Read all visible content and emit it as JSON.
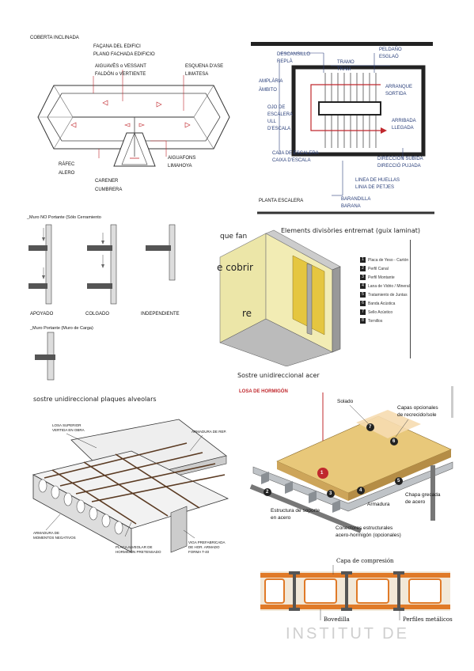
{
  "roof": {
    "title": "COBERTA INCLINADA",
    "facade_ca": "FAÇANA DEL EDIFICI",
    "facade_es": "PLANO FACHADA EDIFICIO",
    "aiguaves": "AIGUAVÈS  o  VESSANT",
    "faldon": "FALDÓN  o  VERTIENTE",
    "esquena": "ESQUENA D'ASE",
    "limatesa": "LIMATESA",
    "rafec": "RÀFEC",
    "alero": "ALERO",
    "carener": "CARENER",
    "cumbrera": "CUMBRERA",
    "aiguafons": "AIGUAFONS",
    "limahoya": "LIMAHOYA"
  },
  "stair": {
    "descansillo": "DESCANSILLO",
    "repla": "REPLÀ",
    "tramo": "TRAMO",
    "tram": "TRAM",
    "peldano": "PELDAÑO",
    "esglao": "ESGLAÓ",
    "amplaria": "AMPLÀRIA",
    "ambito": "ÀMBITO",
    "arranque": "ARRANQUE",
    "sortida": "SORTIDA",
    "ojo": "OJO DE",
    "escalera": "ESCALERA",
    "ull": "ULL",
    "descala": "D'ESCALA",
    "arribada": "ARRIBADA",
    "llegada": "LLEGADA",
    "caja": "CAJA DE ESCALERA",
    "caixa": "CAIXA D'ESCALA",
    "dir_subida": "DIRECCIÓN SUBIDA",
    "dir_pujada": "DIRECCIÓ PUJADA",
    "linea_huellas": "LINEA DE HUELLAS",
    "linia_petjes": "LINIA DE PETJES",
    "planta": "PLANTA ESCALERA",
    "barandilla": "BARANDILLA",
    "barana": "BARANA"
  },
  "walls": {
    "title_no": "_Muro NO Portante (Sólo Cerramiento",
    "apoyado": "APOYADO",
    "colgado": "COLGADO",
    "independiente": "INDEPENDIENTE",
    "title_portante": "_Muro Portante (Muro de Carga)"
  },
  "partition": {
    "heading": "Elements divisòries entremat (guix laminat)",
    "frag_top": "que  fan",
    "frag_mid": "e cobrir",
    "frag_bot": "re",
    "legend": [
      {
        "n": "1",
        "text": "Placa de Yeso - Cartón"
      },
      {
        "n": "2",
        "text": "Perfil Canal"
      },
      {
        "n": "3",
        "text": "Perfil Montante"
      },
      {
        "n": "4",
        "text": "Lana de Vidrio / Mineral"
      },
      {
        "n": "5",
        "text": "Tratamiento de Juntas"
      },
      {
        "n": "6",
        "text": "Banda Acústica"
      },
      {
        "n": "7",
        "text": "Sello Acústico"
      },
      {
        "n": "8",
        "text": "Tornillos"
      }
    ]
  },
  "steel": {
    "heading": "Sostre unidireccional acer",
    "losa": "LOSA DE HORMIGÓN",
    "solado": "Solado",
    "capas": "Capas opcionales",
    "recrecido": "de recrecido/sole",
    "estructura": "Estructura de soporte",
    "en_acero": "en acero",
    "armadura": "Armadura",
    "chapa": "Chapa grecada",
    "de_acero": "de acero",
    "conectores": "Conectores estructurales",
    "acero_hormigon": "acero-hormigón (opcionales)",
    "nums": [
      "1",
      "2",
      "3",
      "4",
      "5",
      "6",
      "7"
    ]
  },
  "hollow": {
    "heading": "sostre unidireccional plaques alveolars",
    "losa_sup": "LOSA SUPERIOR",
    "vertida": "VERTIDA EN OBRA",
    "armadura_rep": "ARMADURA DE REP.",
    "armadura_mom": "ARMADURA DE",
    "momentos": "MOMENTOS NEGATIVOS",
    "placa": "PLACA ALVEOLAR DE",
    "hormigon": "HORMIGÓN PRETENSADO",
    "viga": "VIGA PREFABRICADA",
    "hor_armado": "DE HOR. ARMADO",
    "forma": "FORMA T-40"
  },
  "section": {
    "capa": "Capa de compresión",
    "bovedilla": "Bovedilla",
    "perfiles": "Perfiles metálicos",
    "watermark": "INSTITUT DE"
  },
  "colors": {
    "red": "#c0282d",
    "orange": "#e07a28",
    "gray": "#555555"
  }
}
